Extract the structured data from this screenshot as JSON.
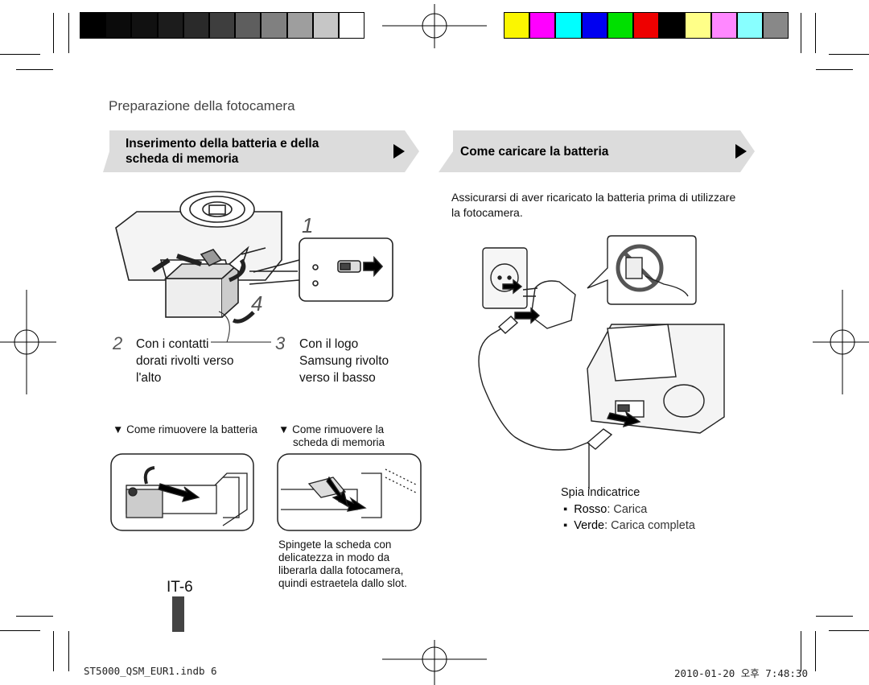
{
  "colors": {
    "grayscale_bar": [
      "#000000",
      "#0b0b0b",
      "#111111",
      "#1c1c1c",
      "#2a2a2a",
      "#3e3e3e",
      "#5e5e5e",
      "#808080",
      "#9e9e9e",
      "#c6c6c6",
      "#ffffff"
    ],
    "color_bar": [
      "#fbf600",
      "#ff00ff",
      "#00ffff",
      "#0000f0",
      "#00e000",
      "#ee0000",
      "#000000",
      "#ffff88",
      "#ff88ff",
      "#88ffff",
      "#888888"
    ],
    "banner_gray": "#dcdcdc"
  },
  "header": {
    "section_title": "Preparazione della fotocamera"
  },
  "left": {
    "banner_title": "Inserimento della batteria e della scheda di memoria",
    "banner_line1": "Inserimento della batteria e della",
    "banner_line2": "scheda di memoria",
    "callouts": {
      "one": "1",
      "four": "4"
    },
    "step2": {
      "num": "2",
      "line1": "Con i contatti",
      "line2": "dorati rivolti verso",
      "line3": "l'alto"
    },
    "step3": {
      "num": "3",
      "line1": "Con il logo",
      "line2": "Samsung rivolto",
      "line3": "verso il basso"
    },
    "remove_battery": "▼ Come rimuovere la batteria",
    "remove_card_line1": "▼ Come rimuovere la",
    "remove_card_line2": "scheda di memoria",
    "card_instructions": [
      "Spingete la scheda con",
      "delicatezza in modo da",
      "liberarla dalla fotocamera,",
      "quindi estraetela dallo slot."
    ]
  },
  "right": {
    "banner_title": "Come caricare la batteria",
    "intro_line1": "Assicurarsi di aver ricaricato la batteria prima di utilizzare",
    "intro_line2": "la fotocamera.",
    "indicator_title": "Spia indicatrice",
    "indicators": [
      {
        "color": "Rosso",
        "desc": ": Carica"
      },
      {
        "color": "Verde",
        "desc": ": Carica completa"
      }
    ]
  },
  "page_number": "IT-6",
  "footer": {
    "file": "ST5000_QSM_EUR1.indb   6",
    "timestamp": "2010-01-20   오후 7:48:30"
  }
}
